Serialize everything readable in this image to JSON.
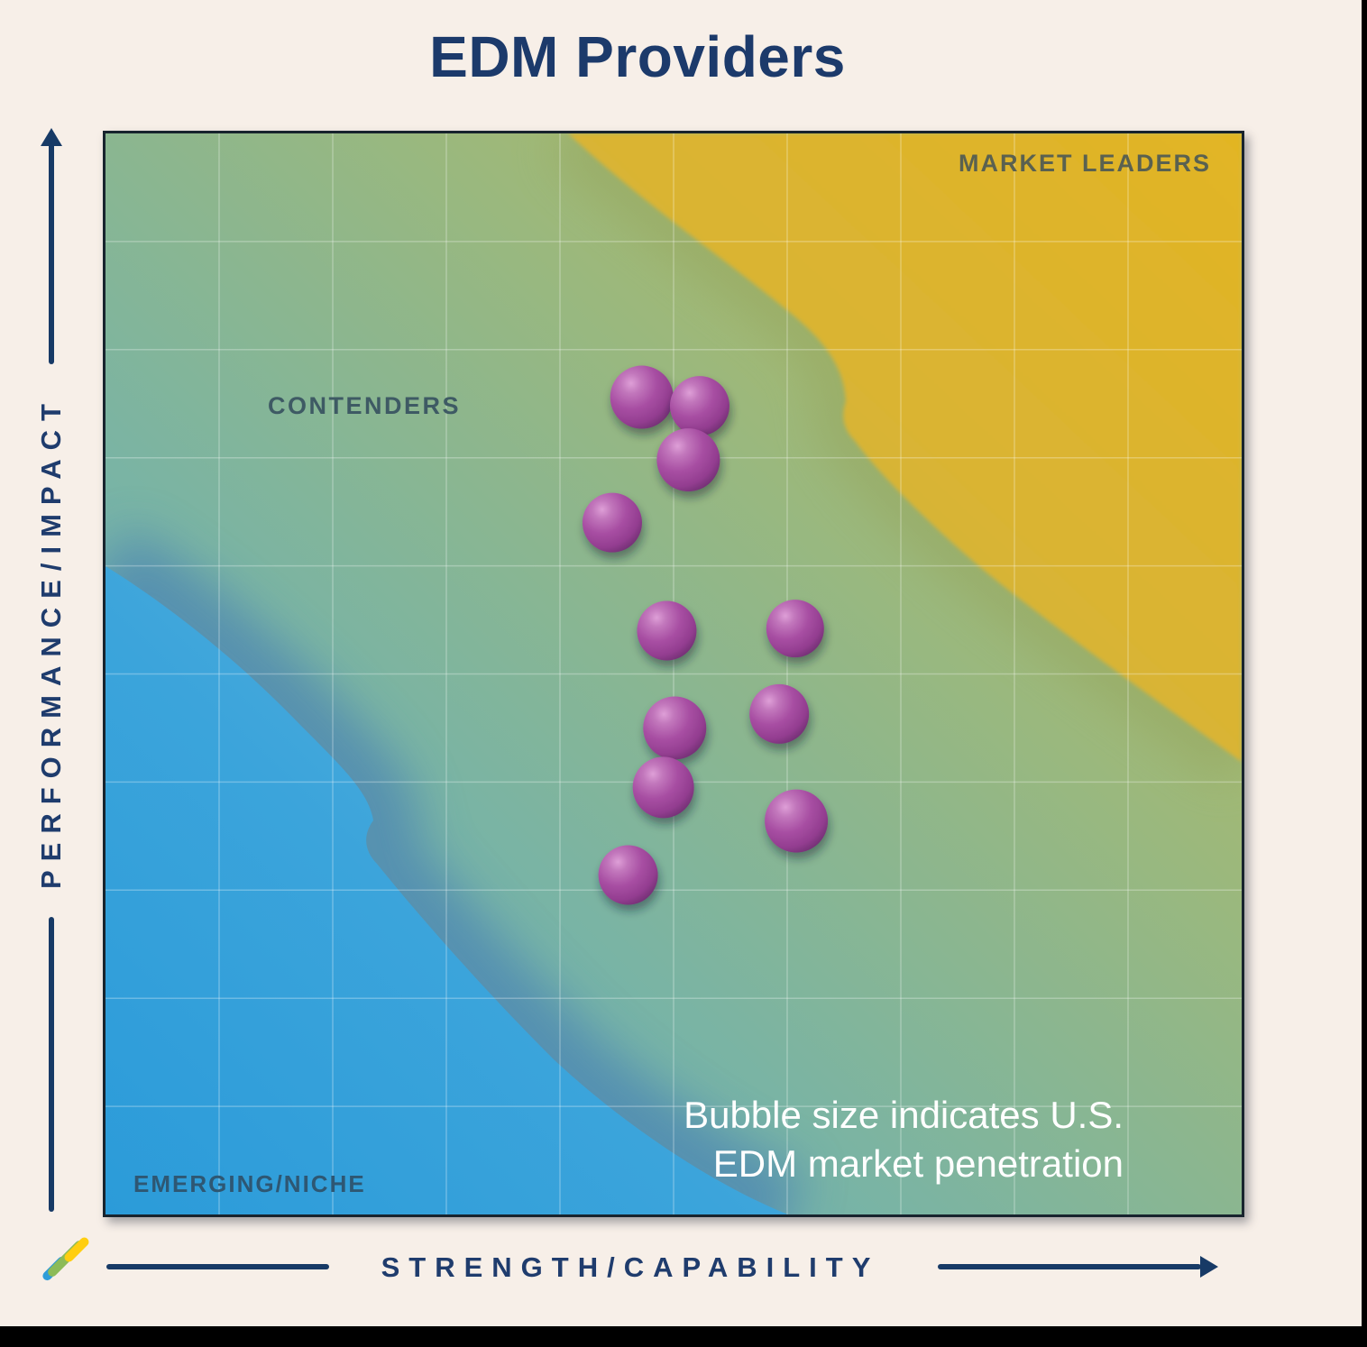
{
  "title": "EDM Providers",
  "y_axis_label": "PERFORMANCE/IMPACT",
  "x_axis_label": "STRENGTH/CAPABILITY",
  "quadrants": {
    "top_right": "MARKET LEADERS",
    "mid_left": "CONTENDERS",
    "bottom_left": "EMERGING/NICHE"
  },
  "annotation_lines": [
    "Bubble size indicates U.S.",
    "EDM market penetration"
  ],
  "logo_colors": [
    "#2E9CD8",
    "#8CBB58",
    "#FFCE10"
  ],
  "palette": {
    "background": "#F7EFE8",
    "navy": "#173A66",
    "title_navy": "#1C3A6B",
    "bubble": "#A84FA3",
    "blue_region": "#2F9FD8",
    "gold_region": "#DDB52E",
    "teal_mid": "#7AB4A4"
  },
  "chart_data": {
    "type": "scatter",
    "title": "EDM Providers",
    "xlabel": "STRENGTH/CAPABILITY",
    "ylabel": "PERFORMANCE/IMPACT",
    "x_range": [
      0,
      100
    ],
    "y_range": [
      0,
      100
    ],
    "grid": {
      "columns": 10,
      "rows": 10,
      "color": "rgba(255,255,255,0.28)"
    },
    "legend_position": "none",
    "bubble_color": "#A84FA3",
    "annotation": "Bubble size indicates U.S. EDM market penetration",
    "quadrant_labels": [
      "MARKET LEADERS",
      "CONTENDERS",
      "EMERGING/NICHE"
    ],
    "points": [
      {
        "x": 47.2,
        "y": 75.6,
        "r": 35
      },
      {
        "x": 52.3,
        "y": 74.8,
        "r": 33
      },
      {
        "x": 51.3,
        "y": 69.8,
        "r": 35
      },
      {
        "x": 44.6,
        "y": 64.0,
        "r": 33
      },
      {
        "x": 49.4,
        "y": 54.0,
        "r": 33
      },
      {
        "x": 60.7,
        "y": 54.2,
        "r": 32
      },
      {
        "x": 59.3,
        "y": 46.3,
        "r": 33
      },
      {
        "x": 50.1,
        "y": 45.0,
        "r": 35
      },
      {
        "x": 49.1,
        "y": 39.5,
        "r": 34
      },
      {
        "x": 60.8,
        "y": 36.4,
        "r": 35
      },
      {
        "x": 46.0,
        "y": 31.4,
        "r": 33
      }
    ]
  }
}
